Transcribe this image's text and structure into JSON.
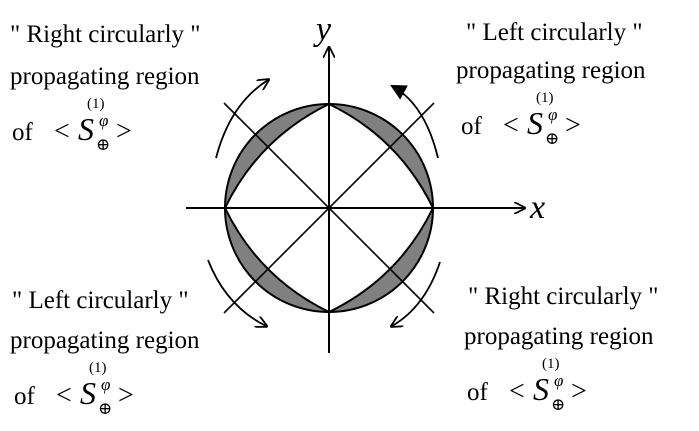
{
  "axes": {
    "x_label": "x",
    "y_label": "y"
  },
  "regions": {
    "top_left": {
      "line1": "\" Right circularly \"",
      "line2": "propagating region",
      "of": "of"
    },
    "top_right": {
      "line1": "\" Left circularly \"",
      "line2": "propagating region",
      "of": "of"
    },
    "bottom_left": {
      "line1": "\" Left circularly \"",
      "line2": "propagating region",
      "of": "of"
    },
    "bottom_right": {
      "line1": "\" Right circularly \"",
      "line2": "propagating region",
      "of": "of"
    }
  },
  "math": {
    "open": "<",
    "S": "S",
    "sup": "(1)",
    "phi": "φ",
    "sub": "⊕",
    "close": ">"
  },
  "colors": {
    "shaded": "#808080",
    "stroke": "#000000"
  }
}
